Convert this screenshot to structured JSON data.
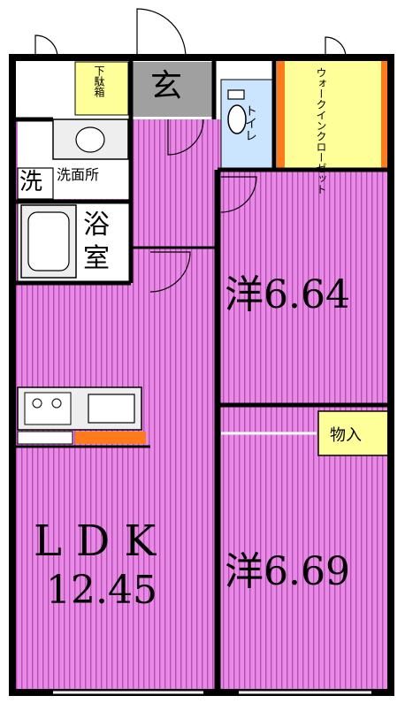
{
  "colors": {
    "floor": "#e98ae6",
    "stripe": "#b64fb4",
    "wall": "#000000",
    "storage": "#ffff99",
    "entrance": "#a0a0a0",
    "accent": "#ff7a1a",
    "fixture": "#eeeeee",
    "white": "#ffffff",
    "toilet_floor": "#cce5ff"
  },
  "rooms": {
    "entrance": "玄",
    "shoe_storage": "下駄箱",
    "toilet": "トイレ",
    "walk_in_closet": "ウォークインクローゼット",
    "laundry": "洗",
    "washroom": "洗面所",
    "bath_top": "浴",
    "bath_bottom": "室",
    "bedroom1": "洋6.64",
    "closet": "物入",
    "bedroom2": "洋6.69",
    "ldk_name": "LDK",
    "ldk_size": "12.45"
  }
}
